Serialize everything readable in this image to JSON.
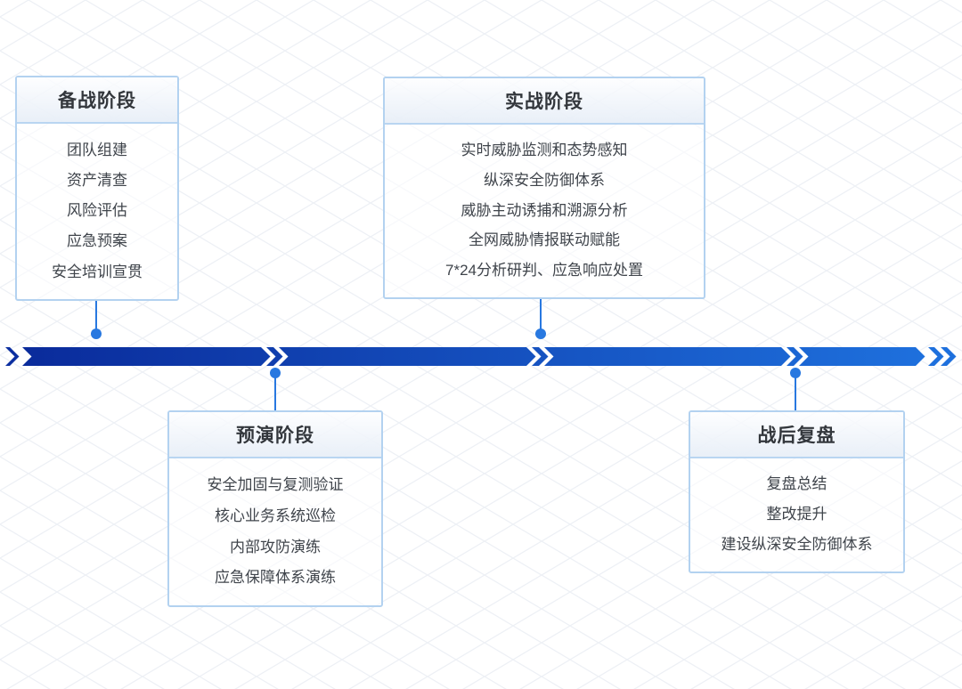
{
  "diagram": {
    "description_note": "security-operations four-phase timeline infographic",
    "phases": [
      {
        "title": "备战阶段",
        "side": "top",
        "items": [
          "团队组建",
          "资产清查",
          "风险评估",
          "应急预案",
          "安全培训宣贯"
        ]
      },
      {
        "title": "实战阶段",
        "side": "top",
        "items": [
          "实时威胁监测和态势感知",
          "纵深安全防御体系",
          "威胁主动诱捕和溯源分析",
          "全网威胁情报联动赋能",
          "7*24分析研判、应急响应处置"
        ]
      },
      {
        "title": "预演阶段",
        "side": "bottom",
        "items": [
          "安全加固与复测验证",
          "核心业务系统巡检",
          "内部攻防演练",
          "应急保障体系演练"
        ]
      },
      {
        "title": "战后复盘",
        "side": "bottom",
        "items": [
          "复盘总结",
          "整改提升",
          "建设纵深安全防御体系"
        ]
      }
    ]
  },
  "colors": {
    "timeline_gradient_start": "#0a2b9b",
    "timeline_gradient_end": "#1e70dd",
    "timeline_trailing_chevron": "#1e70dd",
    "timeline_leading_chevron": "#0c2fa0",
    "connector_accent": "#2878e0",
    "card_border": "#b3d2f0",
    "header_separator": "#b9d5f1",
    "title_text": "#33373c",
    "item_text": "#3f444b",
    "lattice_line": "#edf0f5"
  }
}
